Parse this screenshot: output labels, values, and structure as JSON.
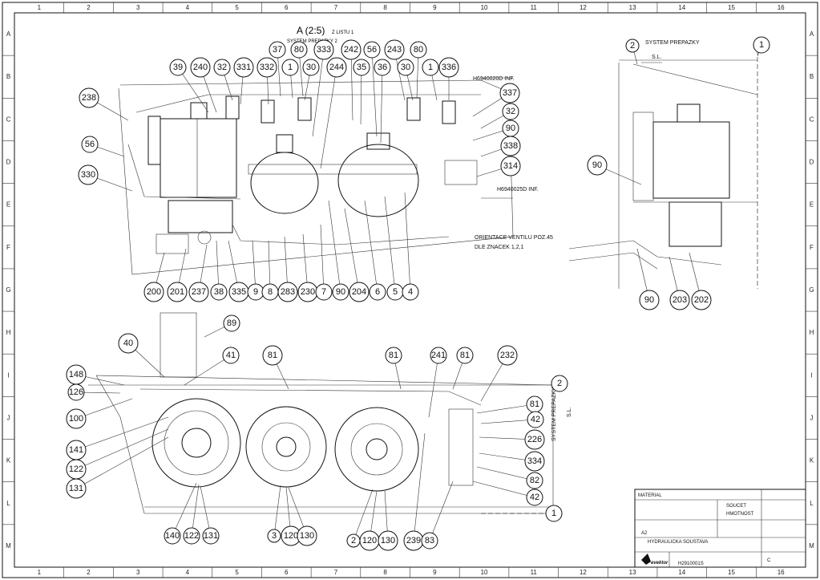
{
  "views": {
    "view_a": {
      "title": "A (2:5)",
      "ref": "Z LISTU 1",
      "subtitle": "SYSTEM PREPAZKY 2"
    },
    "side_view": {
      "label": "SYSTEM PREPAZKY",
      "sl": "S.L."
    },
    "plan_view": {
      "label": "SYSTEM PREPAZKY",
      "sl": "S.L."
    }
  },
  "notes": {
    "ref_a": "H6940020D INF.",
    "ref_b": "H6940025D INF.",
    "orientation_line1": "ORIENTACE VENTILU POZ.45",
    "orientation_line2": "DLE ZNACEK 1,2,1"
  },
  "title_block": {
    "material_label": "MATERIAL",
    "field_a": "SOUCET",
    "field_b": "HMOTNOST",
    "title": "HYDRAULICKA SOUSTAVA",
    "drawing_number": "H2910001S",
    "sheet_size": "C",
    "format": "A2",
    "company": "evektor"
  },
  "zones": {
    "columns": [
      "1",
      "2",
      "3",
      "4",
      "5",
      "6",
      "7",
      "8",
      "9",
      "10",
      "11",
      "12",
      "13",
      "14",
      "15",
      "16"
    ],
    "rows": [
      "A",
      "B",
      "C",
      "D",
      "E",
      "F",
      "G",
      "H",
      "I",
      "J",
      "K",
      "L",
      "M"
    ]
  },
  "balloons": [
    {
      "label": "39"
    },
    {
      "label": "240"
    },
    {
      "label": "32"
    },
    {
      "label": "331"
    },
    {
      "label": "332"
    },
    {
      "label": "37"
    },
    {
      "label": "80"
    },
    {
      "label": "1"
    },
    {
      "label": "30"
    },
    {
      "label": "333"
    },
    {
      "label": "244"
    },
    {
      "label": "242"
    },
    {
      "label": "35"
    },
    {
      "label": "56"
    },
    {
      "label": "36"
    },
    {
      "label": "243"
    },
    {
      "label": "30"
    },
    {
      "label": "80"
    },
    {
      "label": "1"
    },
    {
      "label": "336"
    },
    {
      "label": "238"
    },
    {
      "label": "56"
    },
    {
      "label": "330"
    },
    {
      "label": "337"
    },
    {
      "label": "32"
    },
    {
      "label": "90"
    },
    {
      "label": "338"
    },
    {
      "label": "314"
    },
    {
      "label": "200"
    },
    {
      "label": "201"
    },
    {
      "label": "237"
    },
    {
      "label": "38"
    },
    {
      "label": "335"
    },
    {
      "label": "9"
    },
    {
      "label": "8"
    },
    {
      "label": "283"
    },
    {
      "label": "230"
    },
    {
      "label": "7"
    },
    {
      "label": "90"
    },
    {
      "label": "204"
    },
    {
      "label": "6"
    },
    {
      "label": "5"
    },
    {
      "label": "4"
    },
    {
      "label": "2"
    },
    {
      "label": "1"
    },
    {
      "label": "90"
    },
    {
      "label": "90"
    },
    {
      "label": "203"
    },
    {
      "label": "202"
    },
    {
      "label": "89"
    },
    {
      "label": "40"
    },
    {
      "label": "41"
    },
    {
      "label": "81"
    },
    {
      "label": "81"
    },
    {
      "label": "241"
    },
    {
      "label": "81"
    },
    {
      "label": "232"
    },
    {
      "label": "2"
    },
    {
      "label": "148"
    },
    {
      "label": "126"
    },
    {
      "label": "100"
    },
    {
      "label": "141"
    },
    {
      "label": "122"
    },
    {
      "label": "131"
    },
    {
      "label": "81"
    },
    {
      "label": "42"
    },
    {
      "label": "226"
    },
    {
      "label": "334"
    },
    {
      "label": "82"
    },
    {
      "label": "42"
    },
    {
      "label": "1"
    },
    {
      "label": "140"
    },
    {
      "label": "122"
    },
    {
      "label": "131"
    },
    {
      "label": "3"
    },
    {
      "label": "120"
    },
    {
      "label": "130"
    },
    {
      "label": "2"
    },
    {
      "label": "120"
    },
    {
      "label": "130"
    },
    {
      "label": "239"
    },
    {
      "label": "83"
    }
  ]
}
